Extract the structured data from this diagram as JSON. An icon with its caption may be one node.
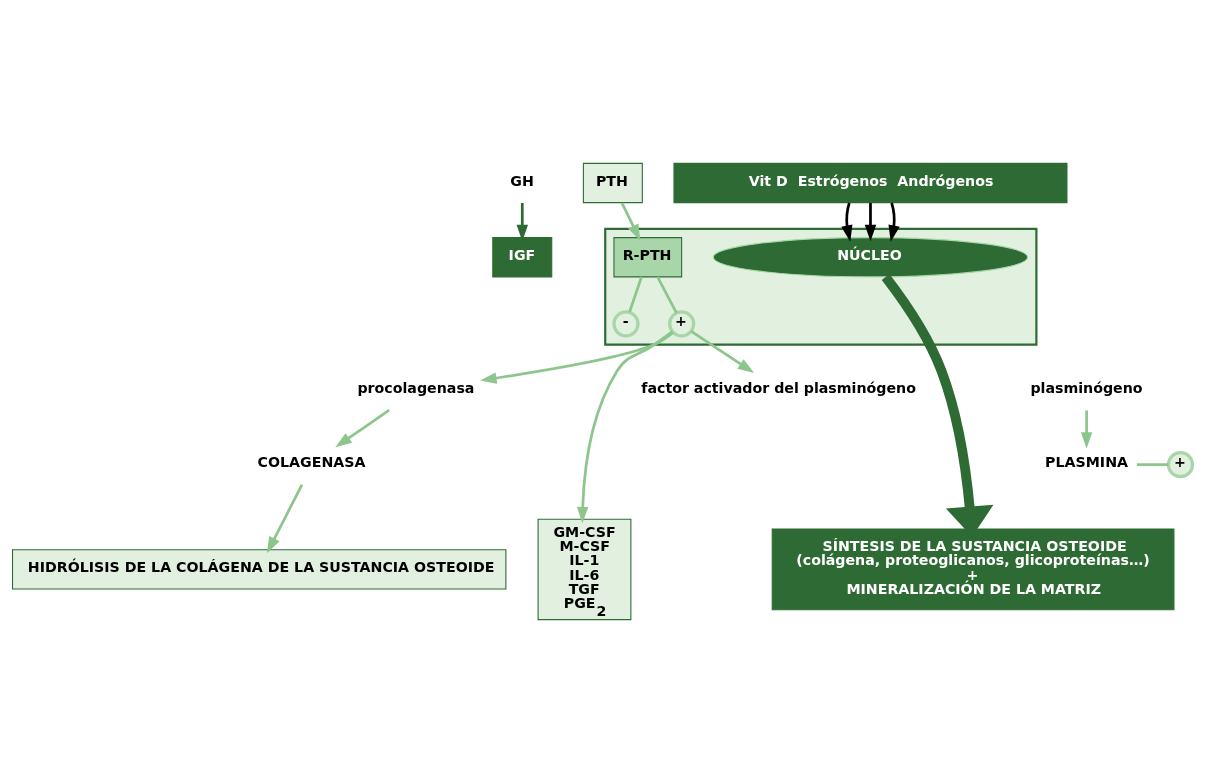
{
  "diagram": {
    "nodes": [
      {
        "text": [
          "GH"
        ]
      },
      {
        "text": [
          "IGF"
        ]
      },
      {
        "text": [
          "Vit D  Estrógenos  Andrógenos"
        ]
      },
      {
        "text": [],
        "shape": "box"
      },
      {
        "text": [
          "NÚCLEO"
        ],
        "in": 3
      },
      {
        "text": [
          "PTH"
        ]
      },
      {
        "text": [
          "R-PTH"
        ],
        "in": 3
      },
      {
        "text": [
          "-"
        ],
        "in": 3
      },
      {
        "text": [
          "+"
        ],
        "in": 3
      },
      {
        "text": [
          "plasminógeno"
        ]
      },
      {
        "text": [
          "factor activador del plasminógeno"
        ]
      },
      {
        "text": [
          "procolagenasa"
        ]
      },
      {
        "text": [
          "PLASMINA"
        ]
      },
      {
        "text": [
          "+"
        ]
      },
      {
        "text": [
          "COLAGENASA"
        ]
      },
      {
        "text": [
          "SÍNTESIS DE LA SUSTANCIA OSTEOIDE",
          "(colágena, proteoglicanos, glicoproteínas…)",
          "+",
          "MINERALIZACIÓN DE LA MATRIZ"
        ]
      },
      {
        "text": [
          "HIDRÓLISIS DE LA COLÁGENA DE LA SUSTANCIA OSTEOIDE"
        ]
      },
      {
        "text": [
          "GM-CSF",
          "M-CSF",
          "IL-1",
          "IL-6",
          "TGF",
          "PGE$_{2}$"
        ]
      }
    ],
    "edges": [
      {
        "from": 0,
        "to": 1,
        "arrow": "to",
        "color": "#2e6b34"
      },
      {
        "from": 2,
        "to": 4,
        "arrow": "to",
        "color": "#000000"
      },
      {
        "from": 2,
        "to": 4,
        "arrow": "to",
        "color": "#000000"
      },
      {
        "from": 2,
        "to": 4,
        "arrow": "to",
        "color": "#000000"
      },
      {
        "from": 5,
        "to": 6,
        "arrow": "to"
      },
      {
        "from": 6,
        "to": 7,
        "arrow": "none"
      },
      {
        "from": 6,
        "to": 8,
        "arrow": "none"
      },
      {
        "from": 4,
        "to": 15,
        "arrow": "to",
        "style": "thick",
        "color": "#2e6b34"
      },
      {
        "from": 8,
        "to": 10,
        "arrow": "to"
      },
      {
        "from": 8,
        "to": 11,
        "arrow": "to"
      },
      {
        "from": 8,
        "to": 17,
        "arrow": "to"
      },
      {
        "from": 9,
        "to": 12,
        "arrow": "to"
      },
      {
        "from": 12,
        "to": 13,
        "arrow": "none"
      },
      {
        "from": 11,
        "to": 14,
        "arrow": "to"
      },
      {
        "from": 14,
        "to": 16,
        "arrow": "to"
      }
    ]
  }
}
